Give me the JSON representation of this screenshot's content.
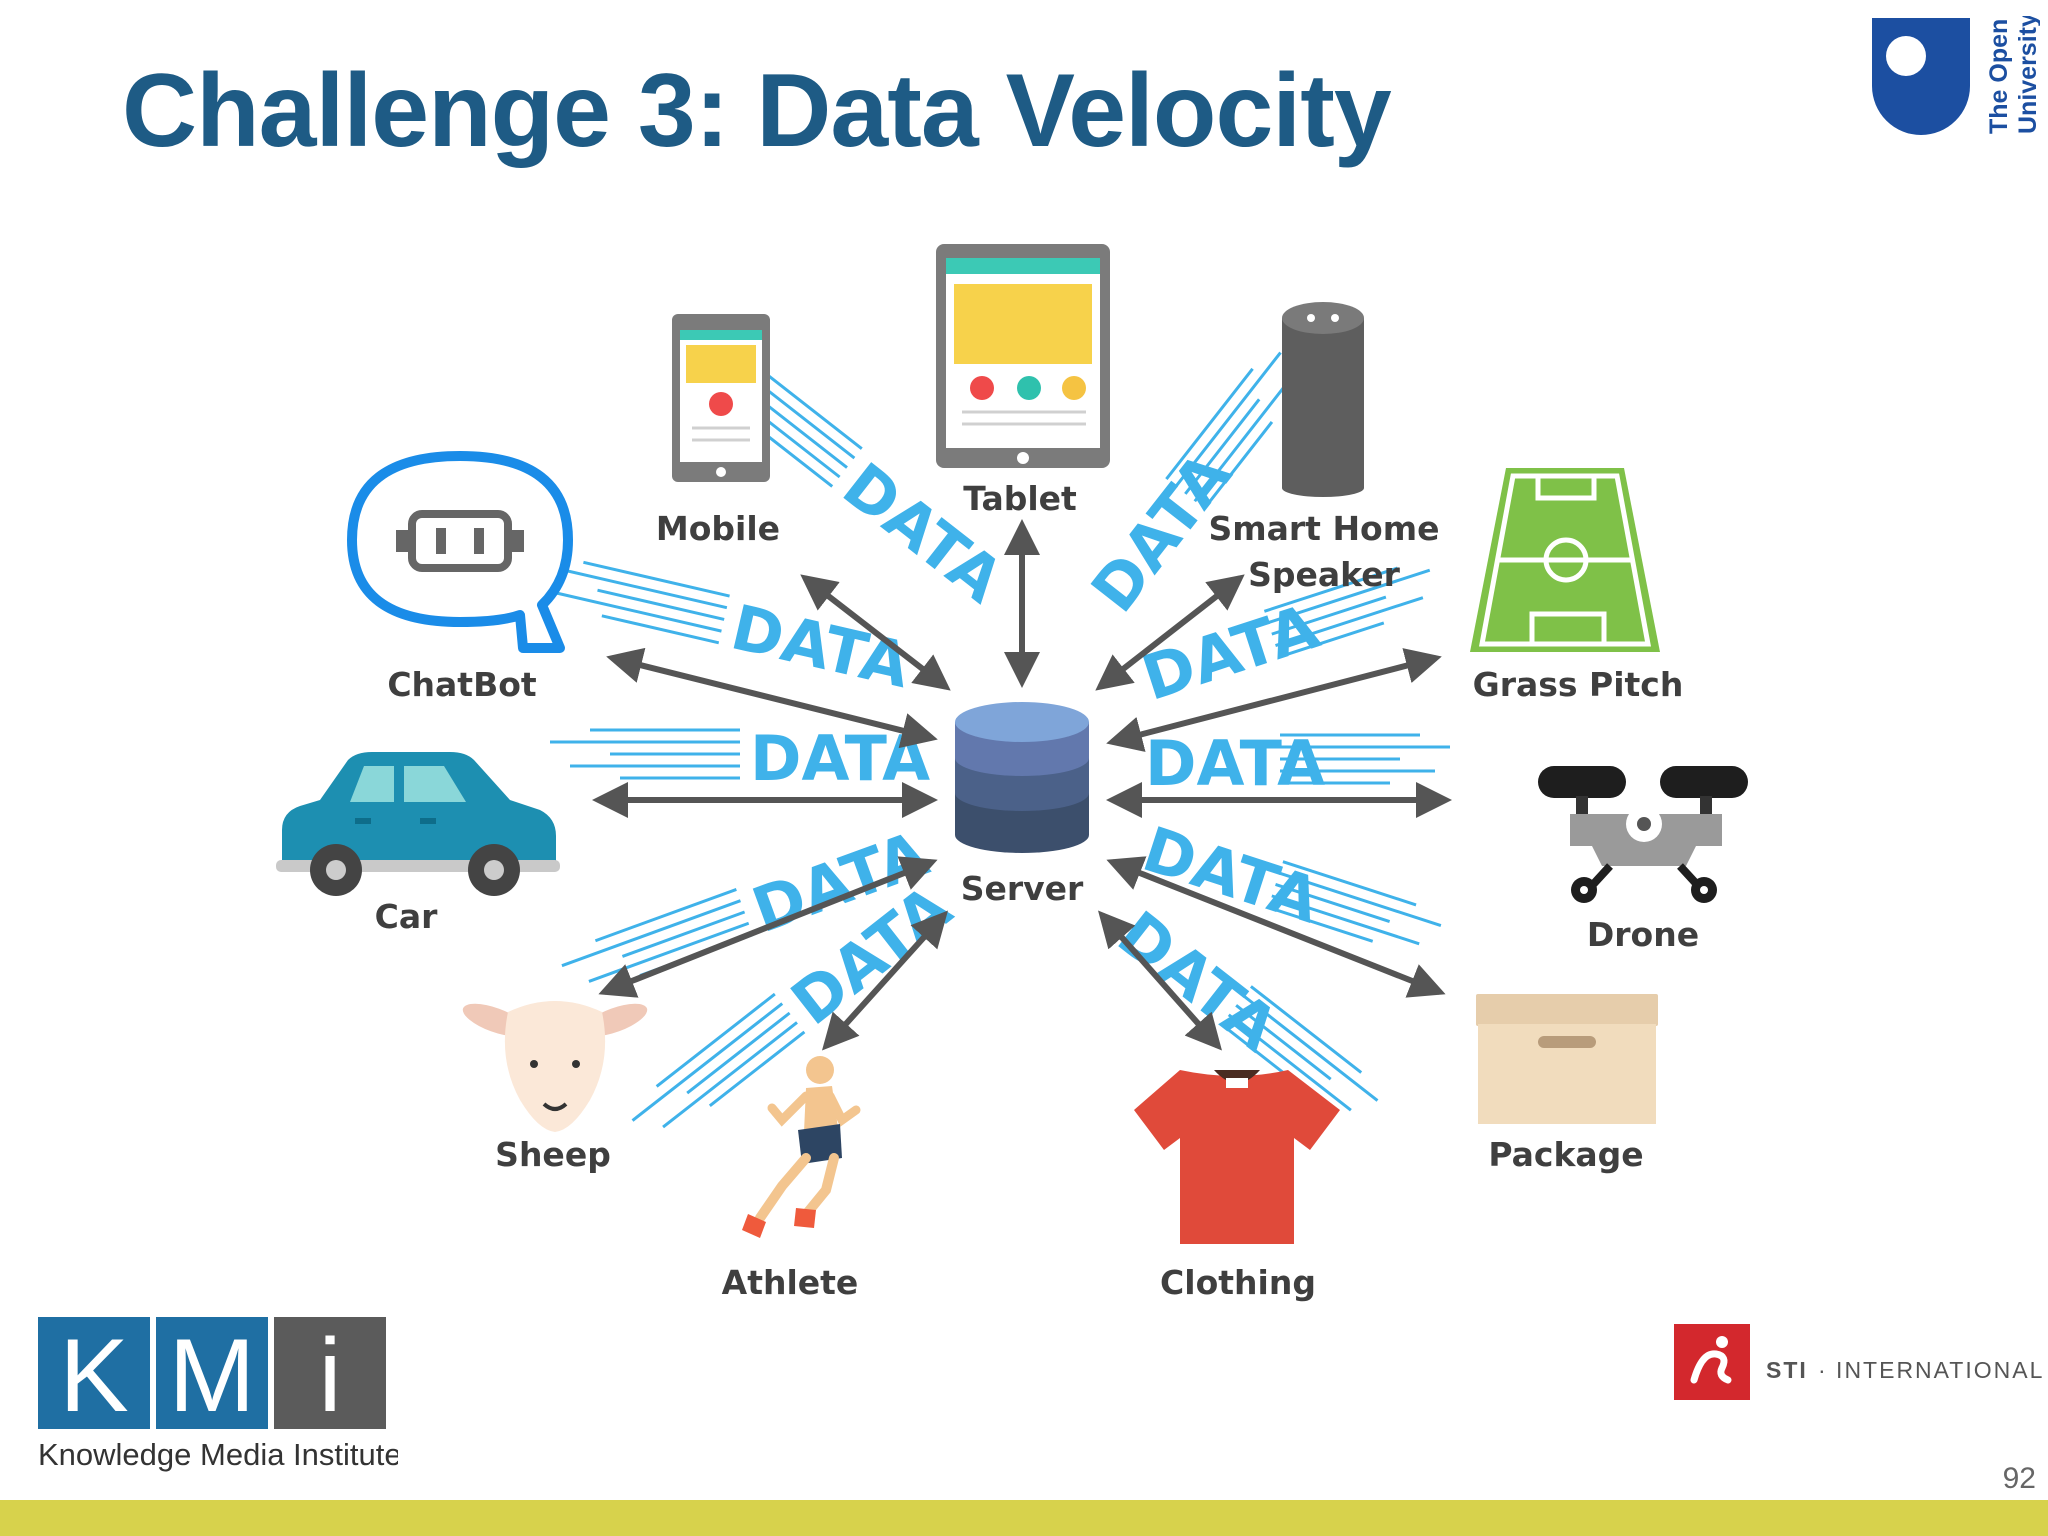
{
  "slide": {
    "title": "Challenge 3: Data Velocity",
    "page_number": "92"
  },
  "diagram": {
    "hub": "Server",
    "flow_word": "DATA",
    "nodes": {
      "mobile": "Mobile",
      "tablet": "Tablet",
      "smart_home_speaker_line1": "Smart Home",
      "smart_home_speaker_line2": "Speaker",
      "chatbot": "ChatBot",
      "grass_pitch": "Grass Pitch",
      "car": "Car",
      "drone": "Drone",
      "sheep": "Sheep",
      "athlete": "Athlete",
      "clothing": "Clothing",
      "package": "Package"
    }
  },
  "logos": {
    "open_university_line1": "The Open",
    "open_university_line2": "University",
    "kmi_k": "K",
    "kmi_m": "M",
    "kmi_i": "i",
    "kmi_full": "Knowledge Media Institute",
    "sti_name": "STI",
    "sti_suffix": "· INTERNATIONAL"
  },
  "colors": {
    "title": "#1e5b85",
    "data_streak": "#3fb2ea",
    "arrow": "#555555",
    "footer_bar": "#d7d24c",
    "ou_blue": "#1c4fa1",
    "kmi_blue": "#1f6fa3",
    "kmi_gray": "#5b5b5b",
    "sti_red": "#d3282d"
  }
}
